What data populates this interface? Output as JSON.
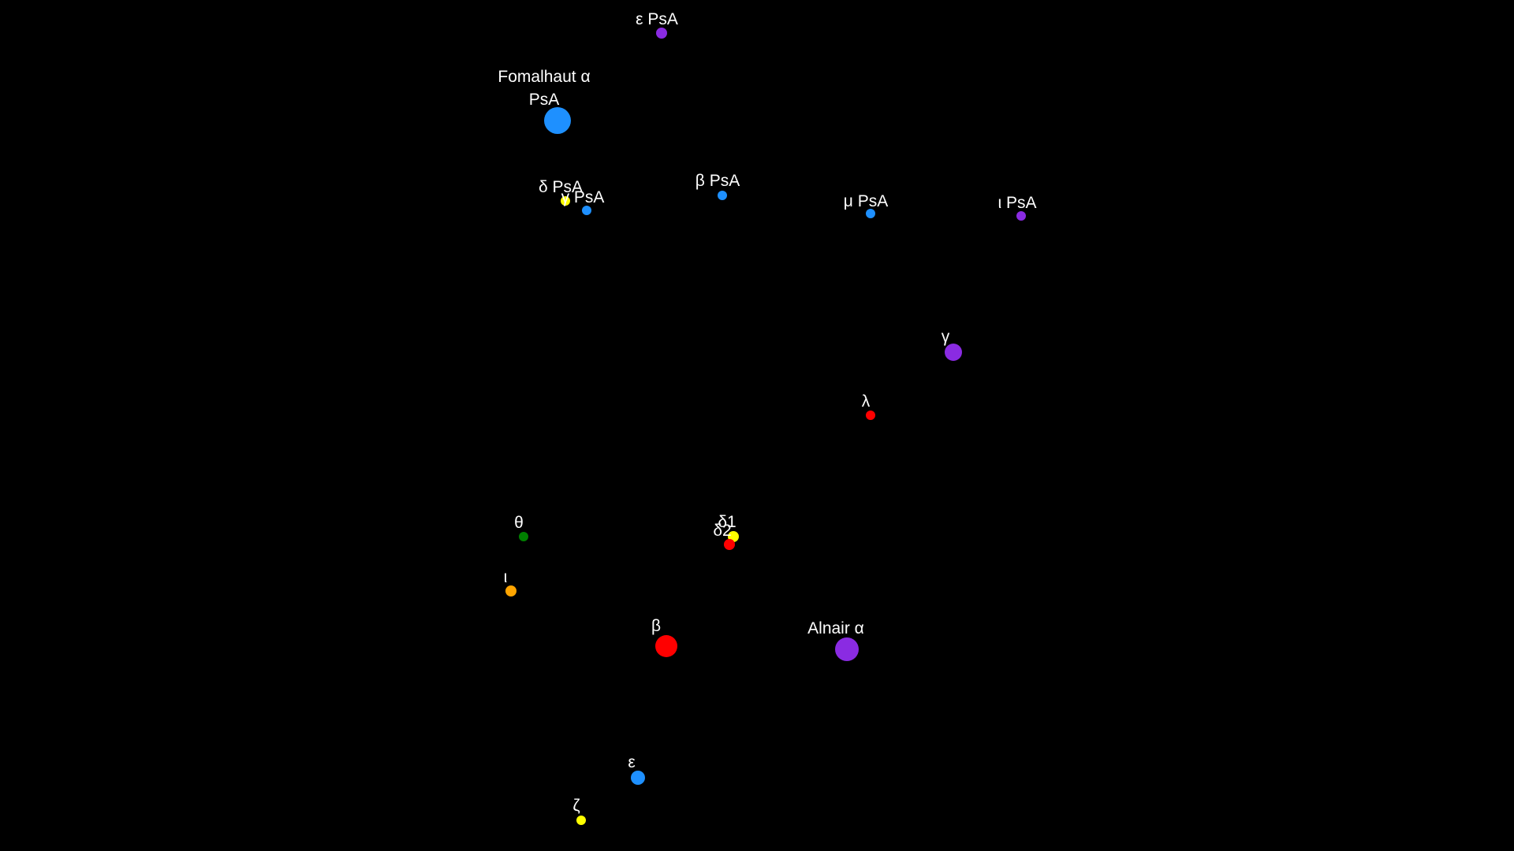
{
  "stars": [
    {
      "id": "epsilon-psa",
      "label": "ε PsA",
      "color": "#8a2be2"
    },
    {
      "id": "fomalhaut",
      "label": "Fomalhaut α PsA",
      "label_lines": [
        "Fomalhaut α",
        "PsA"
      ],
      "color": "#1e90ff"
    },
    {
      "id": "delta-psa",
      "label": "δ PsA",
      "color": "#ffff00"
    },
    {
      "id": "gamma-psa",
      "label": "γ PsA",
      "color": "#1e90ff"
    },
    {
      "id": "beta-psa",
      "label": "β PsA",
      "color": "#1e90ff"
    },
    {
      "id": "mu-psa",
      "label": "μ PsA",
      "color": "#1e90ff"
    },
    {
      "id": "iota-psa",
      "label": "ι PsA",
      "color": "#8a2be2"
    },
    {
      "id": "gamma-gru",
      "label": "γ",
      "color": "#8a2be2"
    },
    {
      "id": "lambda-gru",
      "label": "λ",
      "color": "#ff0000"
    },
    {
      "id": "theta-gru",
      "label": "θ",
      "color": "#008000"
    },
    {
      "id": "delta1-gru",
      "label": "δ1",
      "color": "#ffff00"
    },
    {
      "id": "delta2-gru",
      "label": "δ2",
      "color": "#ff0000"
    },
    {
      "id": "iota-gru",
      "label": "ι",
      "color": "#ffa500"
    },
    {
      "id": "beta-gru",
      "label": "β",
      "color": "#ff0000"
    },
    {
      "id": "alnair",
      "label": "Alnair α",
      "color": "#8a2be2"
    },
    {
      "id": "epsilon-gru",
      "label": "ε",
      "color": "#1e90ff"
    },
    {
      "id": "zeta-gru",
      "label": "ζ",
      "color": "#ffff00"
    }
  ]
}
